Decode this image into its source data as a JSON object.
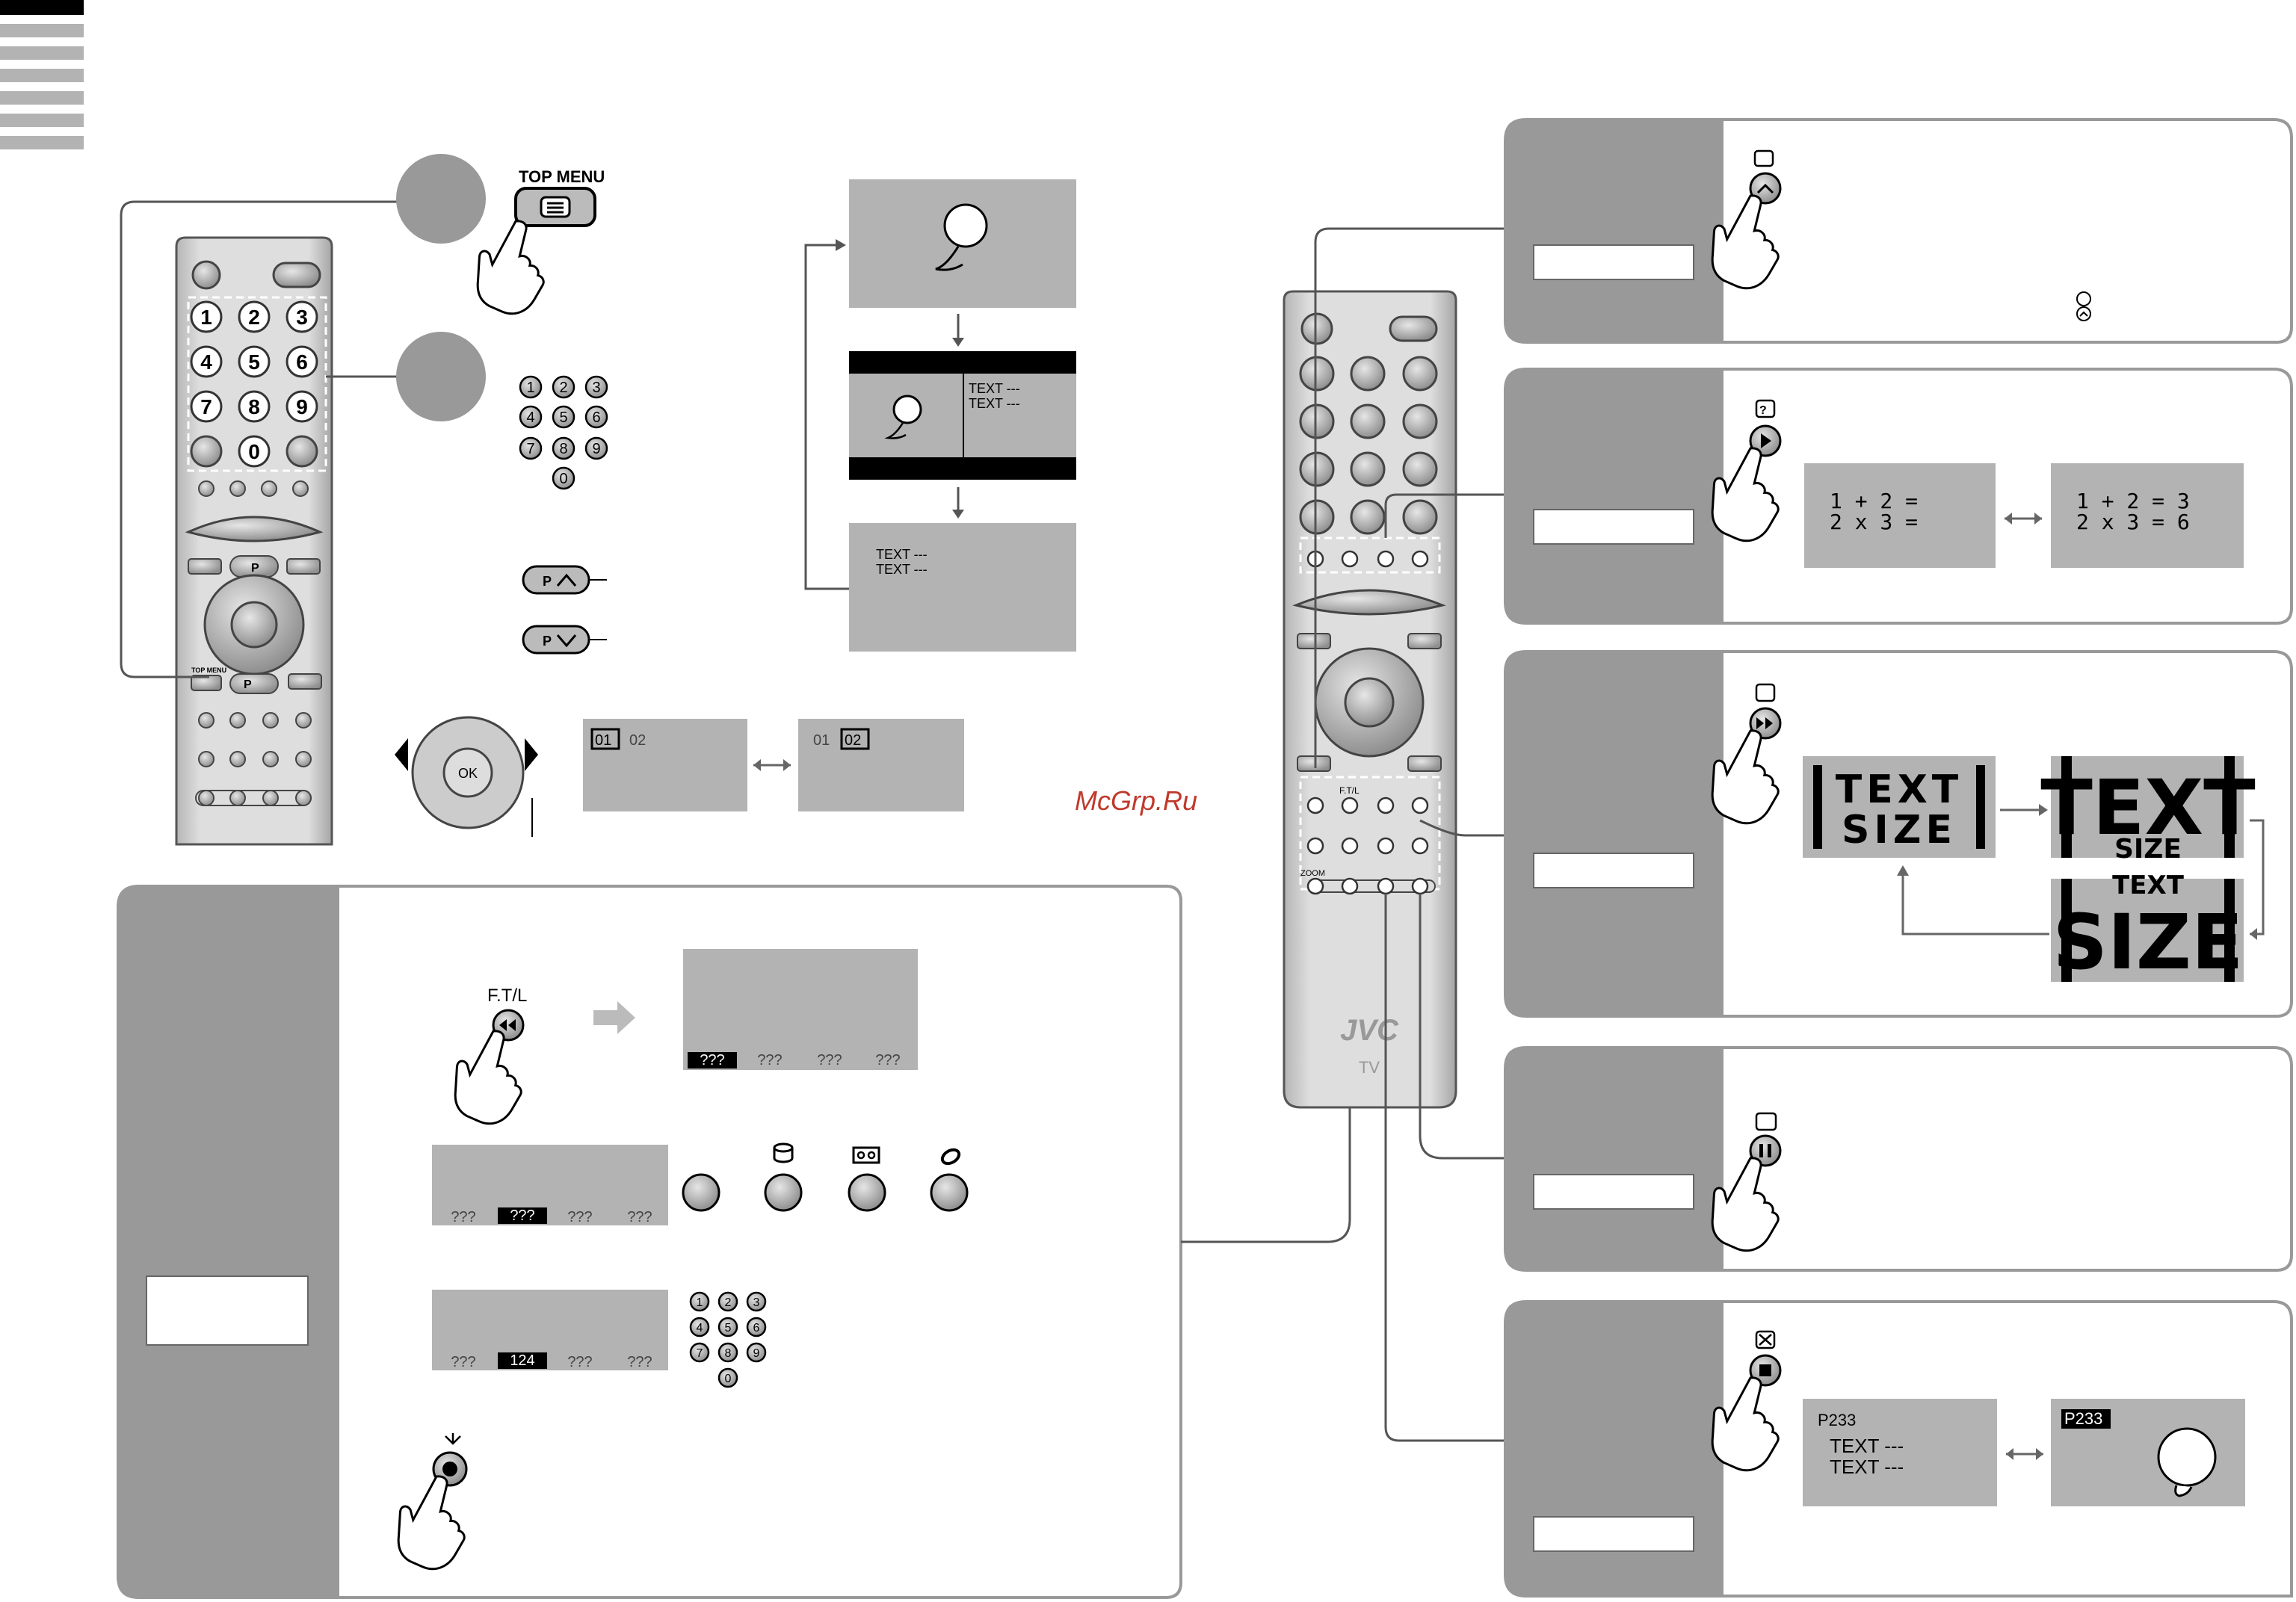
{
  "watermark": "McGrp.Ru",
  "remote": {
    "top_menu_label": "TOP MENU",
    "top_menu_small": "TOP MENU",
    "p_up": "P",
    "p_down": "P",
    "ok_label": "OK",
    "ftl_label": "F.T/L",
    "zoom_label": "ZOOM",
    "brand": "JVC",
    "brand_sub": "TV",
    "digits": [
      "1",
      "2",
      "3",
      "4",
      "5",
      "6",
      "7",
      "8",
      "9",
      "0"
    ]
  },
  "top_menu_screens": {
    "text_lines": [
      "TEXT ---",
      "TEXT ---"
    ]
  },
  "page_boxes": {
    "left": {
      "selected": "01",
      "other": "02"
    },
    "right": {
      "other": "01",
      "selected": "02"
    }
  },
  "ftl_section": {
    "ftl_label": "F.T/L",
    "screen1": [
      "???",
      "???",
      "???",
      "???"
    ],
    "screen2": [
      "???",
      "???",
      "???",
      "???"
    ],
    "screen3": [
      "???",
      "124",
      "???",
      "???"
    ]
  },
  "math_panel": {
    "left": [
      "1 + 2 =",
      "2 x 3 ="
    ],
    "right": [
      "1 + 2 = 3",
      "2 x 3 = 6"
    ]
  },
  "size_panel": {
    "line1": "TEXT",
    "line2": "SIZE"
  },
  "cancel_panel": {
    "page_num": "P233",
    "text_lines": [
      "TEXT ---",
      "TEXT ---"
    ],
    "page_num_right": "P233"
  }
}
